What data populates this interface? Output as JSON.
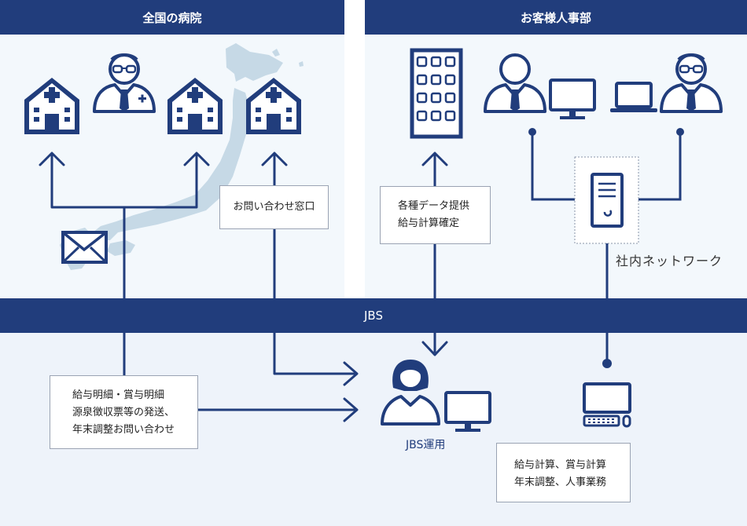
{
  "sections": {
    "hospitals_title": "全国の病院",
    "client_title": "お客様人事部",
    "jbs_band": "JBS"
  },
  "labels": {
    "inquiry_window": "お問い合わせ窓口",
    "data_provision": [
      "各種データ提供",
      "給与計算確定"
    ],
    "internal_network": "社内ネットワーク",
    "jbs_operation": "JBS運用",
    "payslip_box": [
      "給与明細・賞与明細",
      "源泉徴収票等の発送、",
      "年末調整お問い合わせ"
    ],
    "calc_box": [
      "給与計算、賞与計算",
      "年末調整、人事業務"
    ]
  },
  "colors": {
    "navy": "#213d7c",
    "panel_bg": "#f3f8fc",
    "bottom_bg": "#eef3fa",
    "map": "#c6d9e6"
  }
}
